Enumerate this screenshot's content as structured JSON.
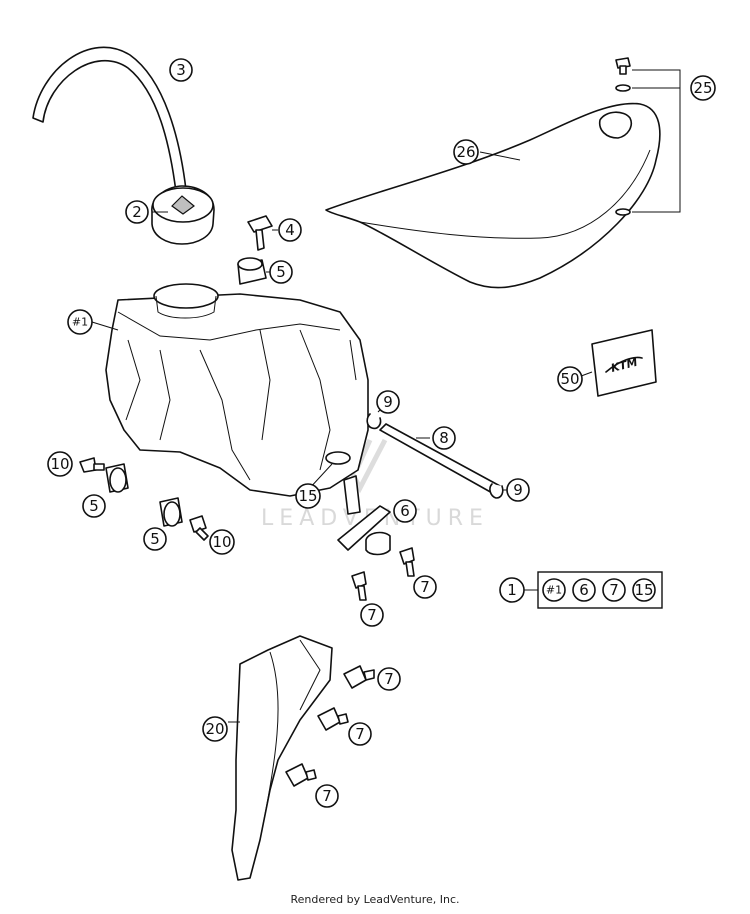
{
  "callouts": {
    "c3": "3",
    "c26": "26",
    "c25": "25",
    "c2": "2",
    "c4": "4",
    "c5a": "5",
    "c1tank": "#1",
    "c50": "50",
    "c9a": "9",
    "c8": "8",
    "c9b": "9",
    "c10a": "10",
    "c5b": "5",
    "c15": "15",
    "c6": "6",
    "c5c": "5",
    "c10b": "10",
    "c7a": "7",
    "c7b": "7",
    "c20": "20",
    "c7c": "7",
    "c7d": "7",
    "c7e": "7"
  },
  "kit": {
    "main": "1",
    "items": [
      "#1",
      "6",
      "7",
      "15"
    ]
  },
  "decal_text": "KTM",
  "watermark": "LEADVENTURE",
  "footer": "Rendered by LeadVenture, Inc."
}
